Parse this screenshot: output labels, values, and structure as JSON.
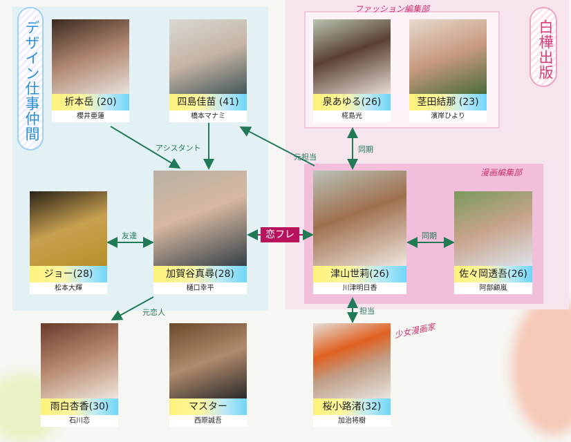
{
  "groups": {
    "design": "デザイン仕事仲間",
    "publisher": "白樺出版",
    "fashion": "ファッション編集部",
    "manga": "漫画編集部",
    "mangaka": "少女漫画家"
  },
  "relations": {
    "assistant": "アシスタント",
    "former_editor": "元担当",
    "peer1": "同期",
    "friend": "友達",
    "koifure": "恋フレ",
    "peer2": "同期",
    "ex_lover": "元恋人",
    "in_charge": "担当"
  },
  "characters": [
    {
      "name": "折本岳 (20)",
      "actor": "櫻井亜蓮"
    },
    {
      "name": "四島佳苗 (41)",
      "actor": "橋本マナミ"
    },
    {
      "name": "泉あゆる(26)",
      "actor": "椛島光"
    },
    {
      "name": "茎田結那 (23)",
      "actor": "濱岸ひより"
    },
    {
      "name": "ジョー(28)",
      "actor": "松本大輝"
    },
    {
      "name": "加賀谷真尋(28)",
      "actor": "樋口幸平"
    },
    {
      "name": "津山世莉(26)",
      "actor": "川津明日香"
    },
    {
      "name": "佐々岡透吾(26)",
      "actor": "阿部顧嵐"
    },
    {
      "name": "雨白杏香(30)",
      "actor": "石川恋"
    },
    {
      "name": "マスター",
      "actor": "西原誠吾"
    },
    {
      "name": "桜小路渚(32)",
      "actor": "加治将樹"
    }
  ],
  "colors": {
    "arrow": "#1f7a55",
    "koifure": "#b8145d",
    "accent_pink": "#d63d78",
    "accent_blue": "#2b8fd6"
  }
}
